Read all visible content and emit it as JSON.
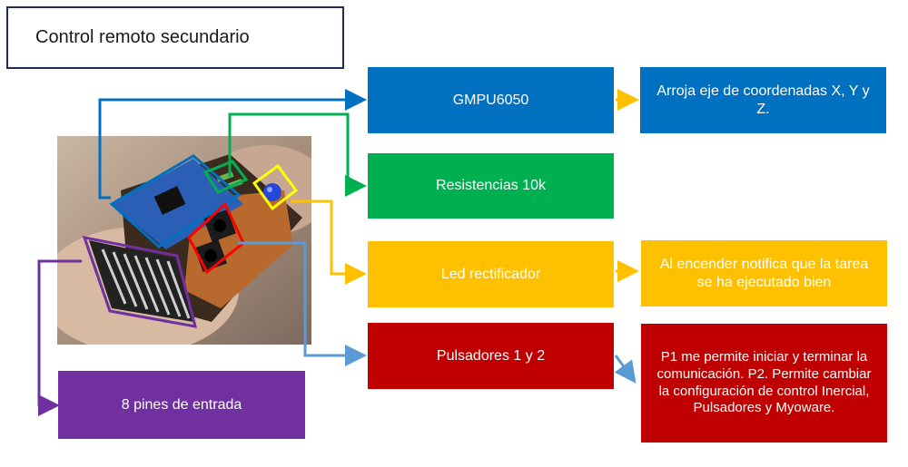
{
  "title": "Control remoto secundario",
  "components": [
    {
      "id": "gmpu",
      "label": "GMPU6050",
      "color": "#0070c0",
      "description": "Arroja eje de coordenadas X, Y y Z."
    },
    {
      "id": "resistencias",
      "label": "Resistencias 10k",
      "color": "#00b050",
      "description": ""
    },
    {
      "id": "led",
      "label": "Led rectificador",
      "color": "#ffc000",
      "description": "Al encender notifica que la tarea se ha ejecutado bien"
    },
    {
      "id": "pulsadores",
      "label": "Pulsadores 1 y 2",
      "color": "#c00000",
      "description": "P1 me permite iniciar y terminar la comunicación. P2. Permite cambiar la configuración de control Inercial, Pulsadores y Myoware."
    },
    {
      "id": "pines",
      "label": "8 pines de entrada",
      "color": "#7030a0",
      "description": ""
    }
  ],
  "colors": {
    "blue": "#0070c0",
    "green": "#00b050",
    "yellow": "#ffc000",
    "red": "#c00000",
    "purple": "#7030a0",
    "lightblue": "#5b9bd5",
    "title_border": "#1f2a5a"
  }
}
